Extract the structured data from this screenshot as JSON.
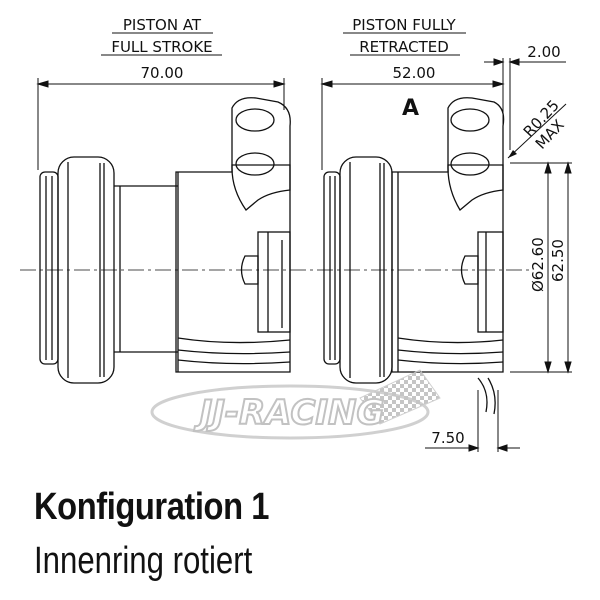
{
  "headers": {
    "left_line1": "PISTON AT",
    "left_line2": "FULL STROKE",
    "right_line1": "PISTON FULLY",
    "right_line2": "RETRACTED"
  },
  "dimensions": {
    "left_width": "70.00",
    "right_width": "52.00",
    "offset": "2.00",
    "radius_line1": "R0.25",
    "radius_line2": "MAX",
    "diameter_inner": "Ø62.60",
    "diameter_outer": "62.50",
    "bottom_width": "7.50"
  },
  "view_label": "A",
  "watermark": "JJ-RACING",
  "caption": {
    "title": "Konfiguration 1",
    "subtitle": "Innenring rotiert"
  }
}
